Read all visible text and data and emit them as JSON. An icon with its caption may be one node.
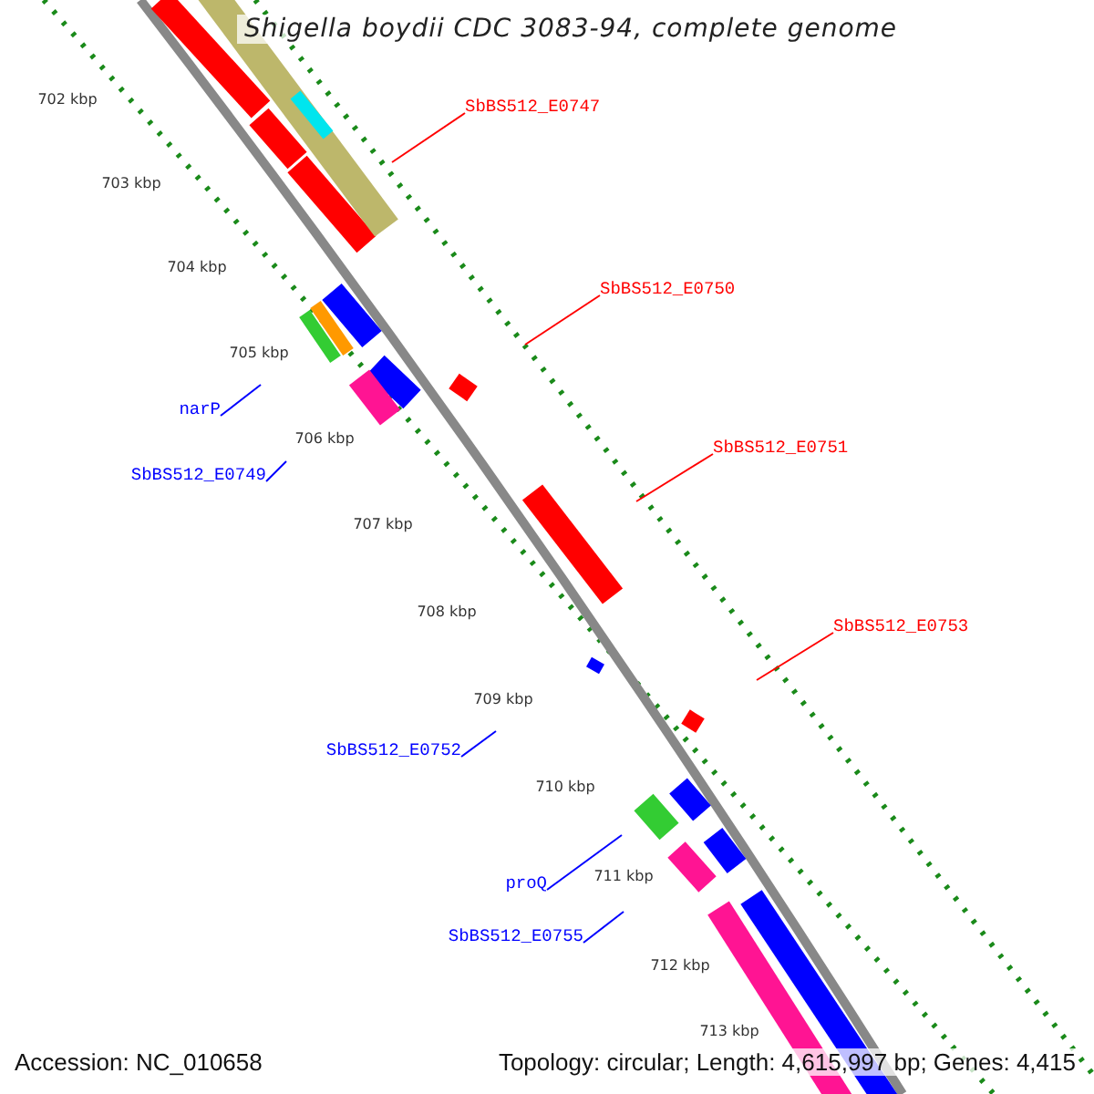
{
  "diagram": {
    "title": "Shigella boydii CDC 3083-94, complete genome",
    "nodes": [
      {
        "text": [
          "SbBS512_E0747"
        ]
      },
      {
        "text": [
          "SbBS512_E0750"
        ]
      },
      {
        "text": [
          "narP"
        ]
      },
      {
        "text": [
          "SbBS512_E0751"
        ]
      },
      {
        "text": [
          "SbBS512_E0749"
        ]
      },
      {
        "text": [
          "SbBS512_E0753"
        ]
      },
      {
        "text": [
          "SbBS512_E0752"
        ]
      },
      {
        "text": [
          "proQ"
        ]
      },
      {
        "text": [
          "SbBS512_E0755"
        ]
      }
    ],
    "edges": [
      {
        "from": 0,
        "to": null,
        "arrow": "none",
        "color": "#ff0000"
      },
      {
        "from": 1,
        "to": null,
        "arrow": "none",
        "color": "#ff0000"
      },
      {
        "from": 2,
        "to": null,
        "arrow": "none"
      },
      {
        "from": 3,
        "to": null,
        "arrow": "none",
        "color": "#ff0000"
      },
      {
        "from": 4,
        "to": null,
        "arrow": "none"
      },
      {
        "from": 5,
        "to": null,
        "arrow": "none",
        "color": "#ff0000"
      },
      {
        "from": 6,
        "to": null,
        "arrow": "none"
      },
      {
        "from": 7,
        "to": null,
        "arrow": "none"
      },
      {
        "from": 8,
        "to": null,
        "arrow": "none"
      }
    ],
    "labels": [
      "702 kbp",
      "703 kbp",
      "704 kbp",
      "705 kbp",
      "706 kbp",
      "707 kbp",
      "708 kbp",
      "709 kbp",
      "710 kbp",
      "711 kbp",
      "712 kbp",
      "713 kbp",
      "Accession: NC_010658",
      "Topology: circular; Length: 4,615,997 bp; Genes: 4,415"
    ]
  }
}
